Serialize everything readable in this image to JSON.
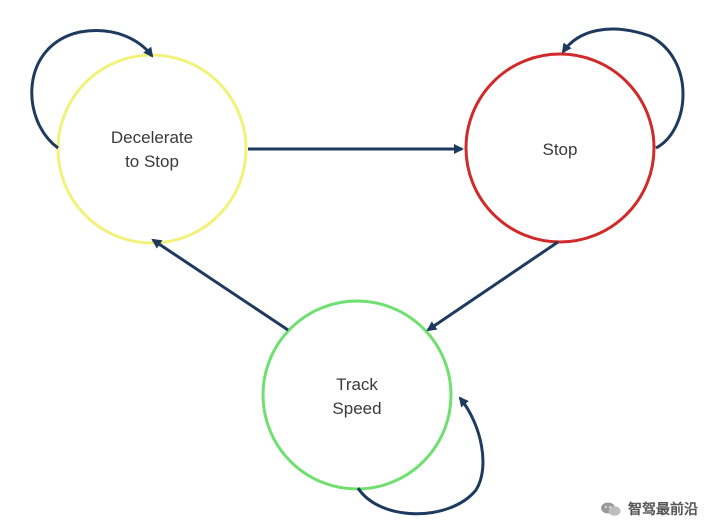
{
  "states": {
    "decelerate": {
      "label_line1": "Decelerate",
      "label_line2": "to Stop",
      "color": "#f2f27a"
    },
    "stop": {
      "label": "Stop",
      "color": "#d02a2a"
    },
    "track_speed": {
      "label_line1": "Track",
      "label_line2": "Speed",
      "color": "#6fe06f"
    }
  },
  "edge_color": "#1f3a5f",
  "watermark": {
    "text": "智驾最前沿",
    "icon": "wechat-icon"
  }
}
